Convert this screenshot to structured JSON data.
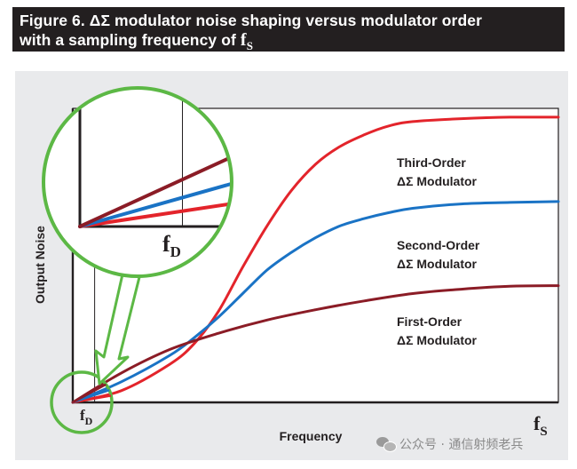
{
  "banner": {
    "line1": "Figure 6. ΔΣ modulator noise shaping versus modulator order",
    "line2_prefix": "with a sampling frequency of ",
    "line2_f": "f",
    "line2_sub": "S"
  },
  "chart_data": {
    "type": "line",
    "xlabel": "Frequency",
    "ylabel": "Output Noise",
    "x_end_label": {
      "main": "f",
      "sub": "S"
    },
    "marker_label": {
      "main": "f",
      "sub": "D"
    },
    "grid": false,
    "xlim": [
      0,
      1
    ],
    "ylim": [
      0,
      1
    ],
    "fd": 0.045,
    "series": [
      {
        "name": "Third-Order ΔΣ Modulator",
        "label_lines": [
          "Third-Order",
          "ΔΣ Modulator"
        ],
        "color": "#e3242b",
        "x": [
          0,
          0.1,
          0.2,
          0.25,
          0.3,
          0.35,
          0.4,
          0.45,
          0.5,
          0.55,
          0.6,
          0.65,
          0.7,
          0.8,
          0.9,
          1
        ],
        "y": [
          0,
          0.04,
          0.13,
          0.2,
          0.31,
          0.46,
          0.6,
          0.72,
          0.81,
          0.87,
          0.91,
          0.94,
          0.955,
          0.965,
          0.97,
          0.97
        ]
      },
      {
        "name": "Second-Order ΔΣ Modulator",
        "label_lines": [
          "Second-Order",
          "ΔΣ Modulator"
        ],
        "color": "#1a73c5",
        "x": [
          0,
          0.1,
          0.2,
          0.25,
          0.3,
          0.35,
          0.4,
          0.45,
          0.5,
          0.55,
          0.6,
          0.65,
          0.7,
          0.8,
          0.9,
          1
        ],
        "y": [
          0,
          0.07,
          0.16,
          0.22,
          0.29,
          0.37,
          0.45,
          0.51,
          0.56,
          0.6,
          0.625,
          0.645,
          0.66,
          0.675,
          0.68,
          0.683
        ]
      },
      {
        "name": "First-Order ΔΣ Modulator",
        "label_lines": [
          "First-Order",
          "ΔΣ Modulator"
        ],
        "color": "#8b1c26",
        "x": [
          0,
          0.1,
          0.2,
          0.3,
          0.4,
          0.5,
          0.6,
          0.7,
          0.8,
          0.9,
          1
        ],
        "y": [
          0,
          0.1,
          0.18,
          0.235,
          0.28,
          0.315,
          0.345,
          0.37,
          0.385,
          0.395,
          0.397
        ]
      }
    ],
    "magnifier": {
      "color": "#5cb845"
    }
  },
  "watermark": "公众号 · 通信射频老兵"
}
